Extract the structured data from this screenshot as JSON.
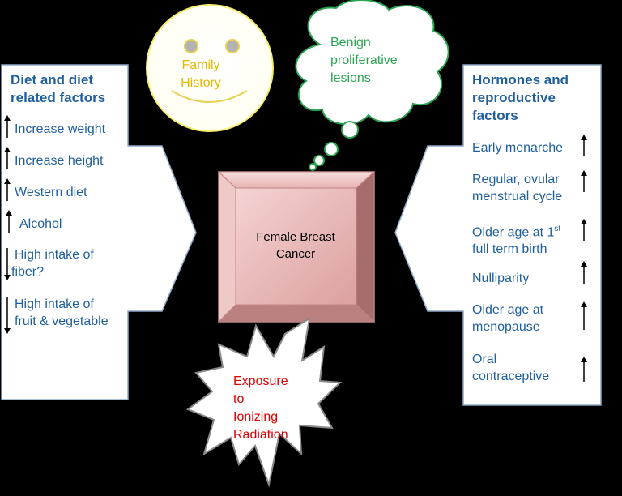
{
  "left_box": {
    "heading": [
      "Diet and diet",
      "related factors"
    ],
    "items": [
      {
        "text": [
          "Increase weight"
        ],
        "arrow": "up"
      },
      {
        "text": [
          "Increase height"
        ],
        "arrow": "up"
      },
      {
        "text": [
          "Western diet"
        ],
        "arrow": "up"
      },
      {
        "text": [
          "Alcohol"
        ],
        "arrow": "up"
      },
      {
        "text": [
          "High intake of",
          "fiber?"
        ],
        "arrow": "down"
      },
      {
        "text": [
          "High intake of",
          "fruit & vegetable"
        ],
        "arrow": "down"
      }
    ]
  },
  "right_box": {
    "heading": [
      "Hormones and",
      "reproductive",
      "factors"
    ],
    "items": [
      {
        "text": [
          "Early menarche"
        ],
        "arrow": "up"
      },
      {
        "text": [
          "Regular, ovular",
          "menstrual cycle"
        ],
        "arrow": "up"
      },
      {
        "text": [
          "Older age at 1",
          "full term birth"
        ],
        "sup": "st",
        "arrow": "up"
      },
      {
        "text": [
          "Nulliparity"
        ],
        "arrow": "up"
      },
      {
        "text": [
          "Older age at",
          "menopause"
        ],
        "arrow": "up"
      },
      {
        "text": [
          "Oral",
          "contraceptive"
        ],
        "arrow": "up"
      }
    ]
  },
  "center": {
    "line1": "Female Breast",
    "line2": "Cancer"
  },
  "family": {
    "line1": "Family",
    "line2": "History"
  },
  "benign": {
    "line1": "Benign",
    "line2": "proliferative",
    "line3": "lesions"
  },
  "radiation": {
    "line1": "Exposure",
    "line2": "to",
    "line3": "Ionizing",
    "line4": "Radiation"
  },
  "colors": {
    "heading": "#1f5f9f",
    "family": "#e6b800",
    "benign": "#2aa552",
    "radiation": "#e00000",
    "bevel": "#e8b4b4"
  }
}
